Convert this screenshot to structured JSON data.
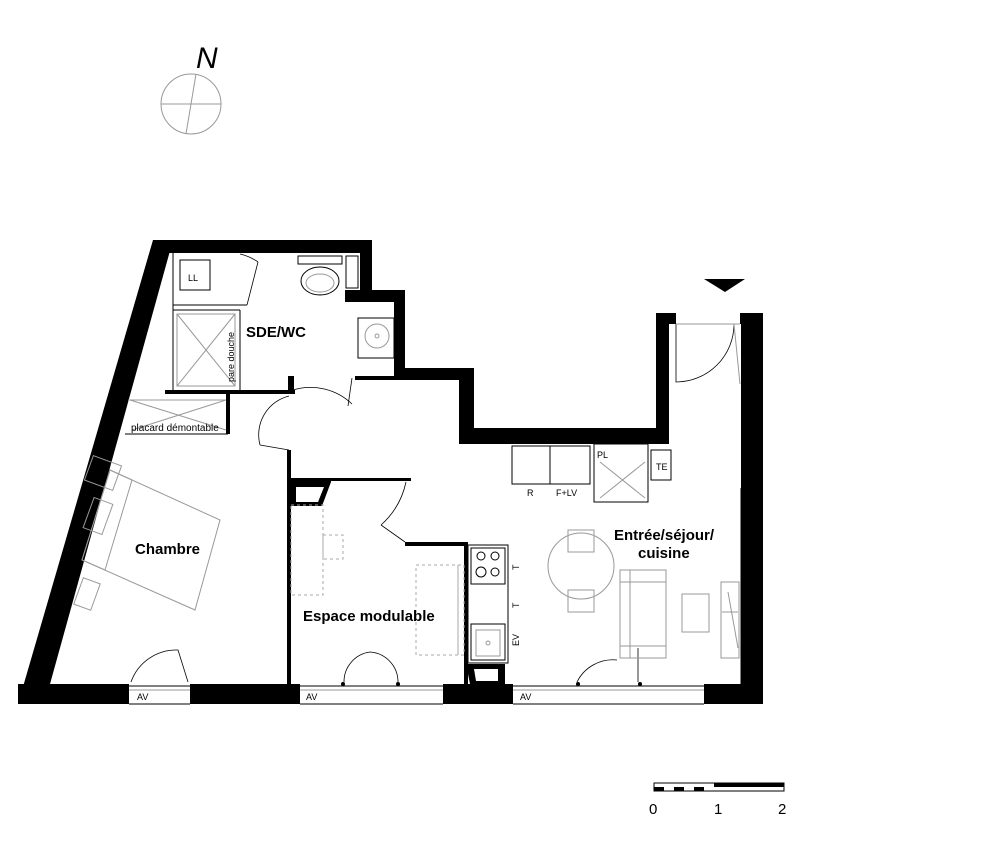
{
  "compass": {
    "north_label": "N"
  },
  "rooms": {
    "sde_wc": "SDE/WC",
    "chambre": "Chambre",
    "espace_modulable": "Espace modulable",
    "sejour_line1": "Entrée/séjour/",
    "sejour_line2": "cuisine"
  },
  "fixtures": {
    "ll": "LL",
    "pare_douche": "pare douche",
    "placard": "placard démontable",
    "pl": "PL",
    "te": "TE",
    "r": "R",
    "f_lv": "F+LV",
    "ev": "EV",
    "t1": "T",
    "t2": "T"
  },
  "windows": {
    "av1": "AV",
    "av2": "AV",
    "av3": "AV"
  },
  "scale": {
    "labels": [
      "0",
      "1",
      "2"
    ]
  }
}
